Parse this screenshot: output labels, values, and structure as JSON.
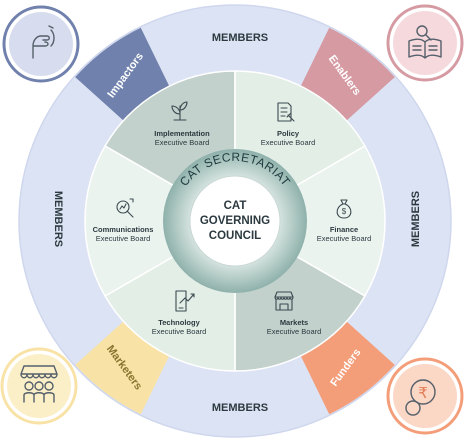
{
  "center": {
    "lines": [
      "CAT",
      "GOVERNING",
      "COUNCIL"
    ],
    "ring_label": "CAT SECRETARIAT"
  },
  "members_label": "MEMBERS",
  "boards": [
    {
      "id": "implementation",
      "name": "Implementation",
      "sub": "Executive Board",
      "icon": "plant-growth-icon",
      "color": "#c2d1cb"
    },
    {
      "id": "policy",
      "name": "Policy",
      "sub": "Executive Board",
      "icon": "document-gavel-icon",
      "color": "#e3eee7"
    },
    {
      "id": "finance",
      "name": "Finance",
      "sub": "Executive Board",
      "icon": "money-bag-icon",
      "color": "#ebf3ef"
    },
    {
      "id": "markets",
      "name": "Markets",
      "sub": "Executive Board",
      "icon": "market-stall-icon",
      "color": "#c2d1cb"
    },
    {
      "id": "technology",
      "name": "Technology",
      "sub": "Executive Board",
      "icon": "phone-growth-icon",
      "color": "#e3eee7"
    },
    {
      "id": "communications",
      "name": "Communications",
      "sub": "Executive Board",
      "icon": "magnifier-chart-icon",
      "color": "#ebf3ef"
    }
  ],
  "groups": [
    {
      "id": "impactors",
      "name": "Impactors",
      "color": "#6f81ac",
      "badge_bg": "#d7ddef",
      "icon": "raised-fist-icon"
    },
    {
      "id": "enablers",
      "name": "Enablers",
      "color": "#d69aa3",
      "badge_bg": "#f6d9dd",
      "icon": "open-book-magnifier-icon"
    },
    {
      "id": "funders",
      "name": "Funders",
      "color": "#f49d79",
      "badge_bg": "#fbd7c6",
      "icon": "rupee-coins-icon"
    },
    {
      "id": "marketers",
      "name": "Marketers",
      "color": "#f8e2a5",
      "badge_bg": "#fbefc8",
      "icon": "shop-people-icon"
    }
  ],
  "colors": {
    "outer_ring": "#dce3f4",
    "outer_border": "#cfd7ee",
    "secretariat_ring": "#8fb1ab",
    "center": "#ffffff",
    "text": "#2c3a40"
  }
}
